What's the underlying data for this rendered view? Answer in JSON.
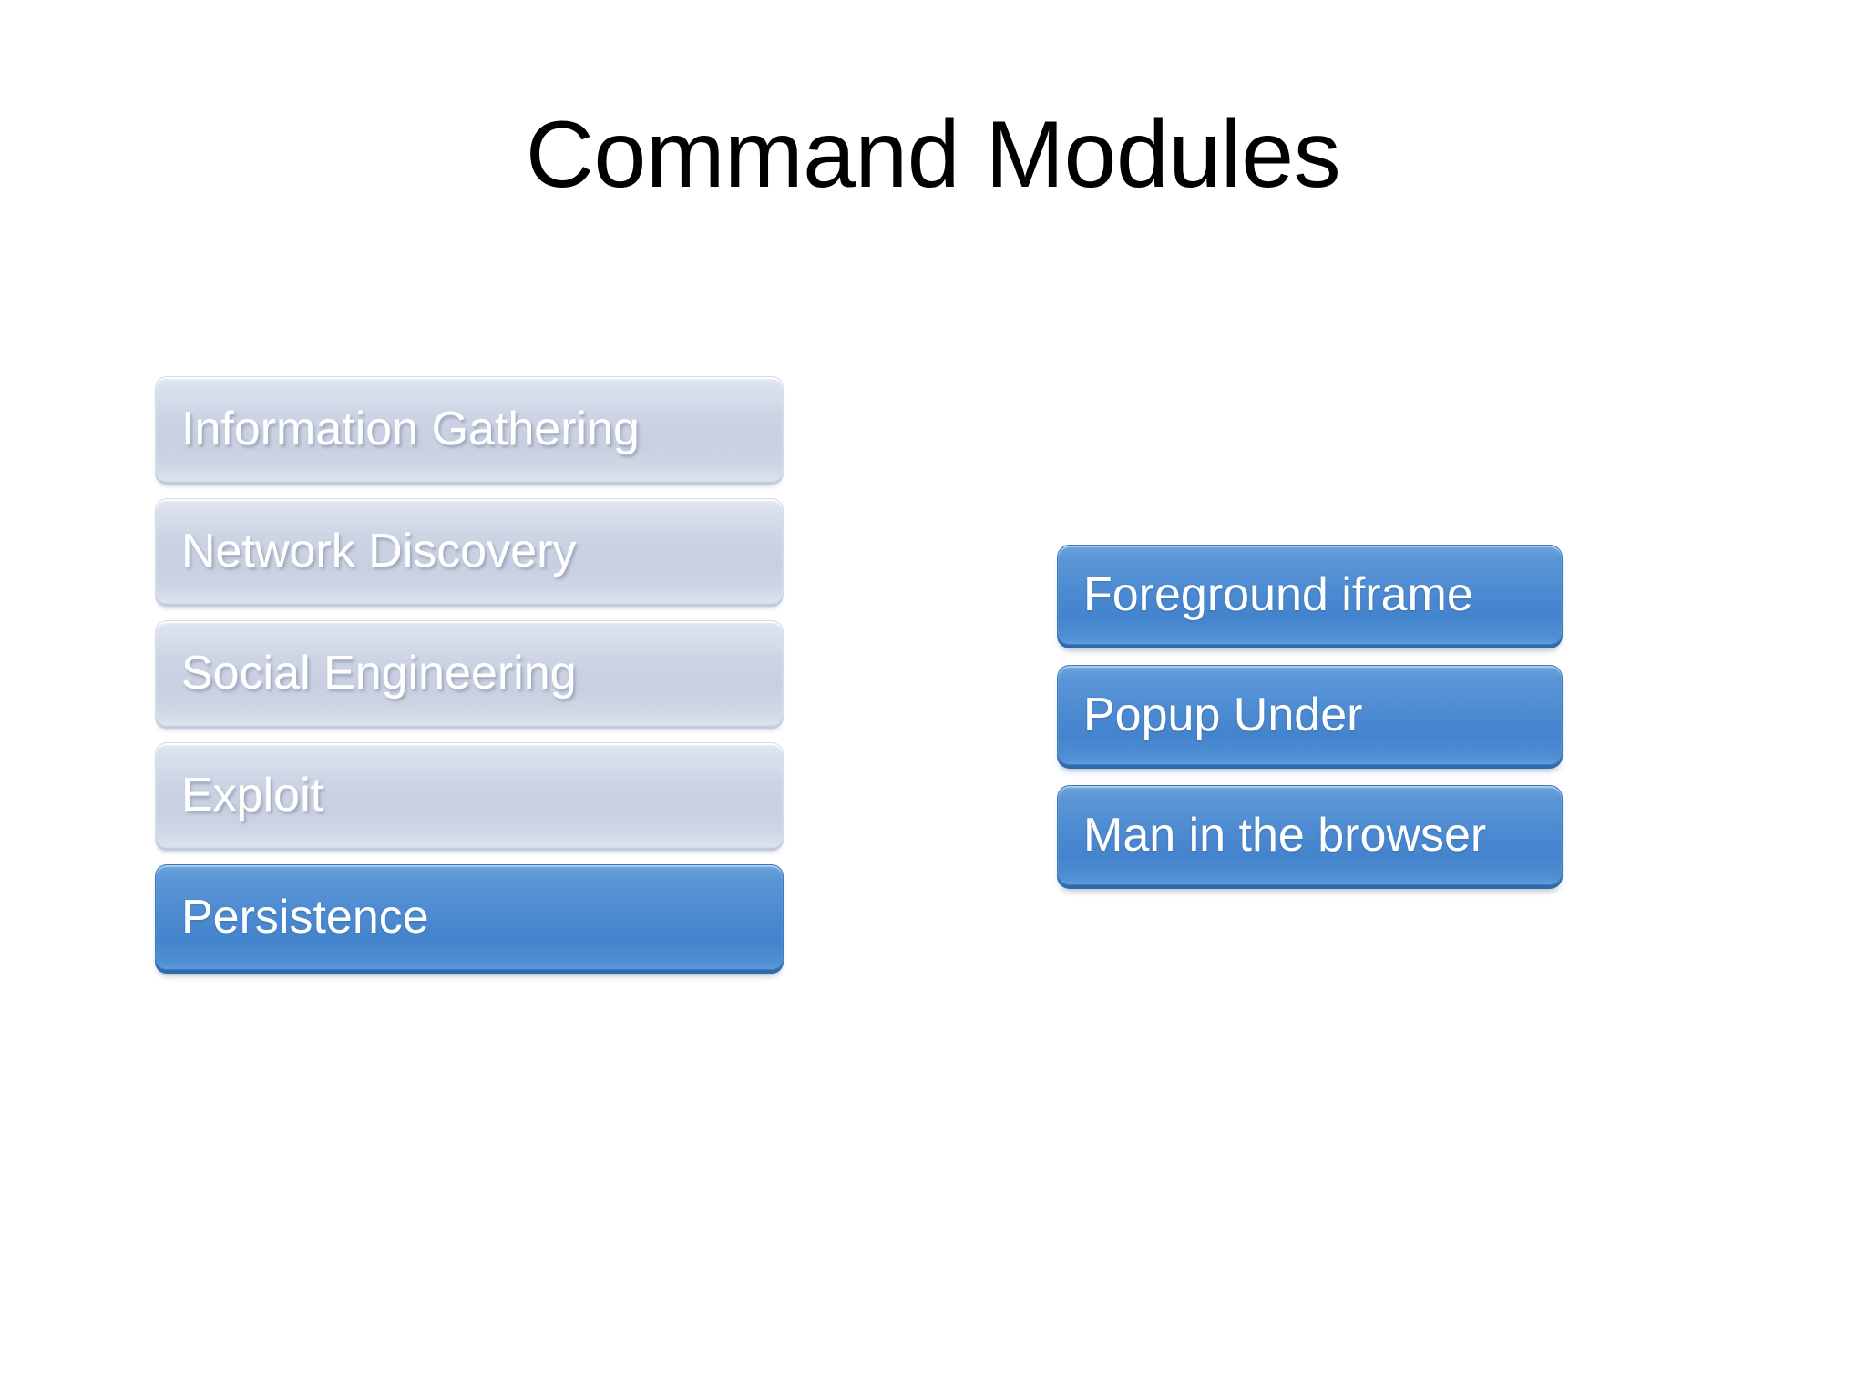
{
  "slide": {
    "title": "Command Modules",
    "background_color": "#ffffff",
    "title_color": "#000000"
  },
  "colors": {
    "accent_blue": "#4C8AD1",
    "accent_blue_dark": "#2F6AAD",
    "inactive_lavender": "#C7CFE1",
    "label_white": "#FFFFFF"
  },
  "left_column": {
    "name": "command-modules-list",
    "items": [
      {
        "label": "Information Gathering",
        "state": "inactive"
      },
      {
        "label": "Network Discovery",
        "state": "inactive"
      },
      {
        "label": "Social Engineering",
        "state": "inactive"
      },
      {
        "label": "Exploit",
        "state": "inactive"
      },
      {
        "label": "Persistence",
        "state": "selected"
      }
    ]
  },
  "right_column": {
    "name": "persistence-submodules-list",
    "items": [
      {
        "label": "Foreground iframe",
        "state": "selected"
      },
      {
        "label": "Popup Under",
        "state": "selected"
      },
      {
        "label": "Man in the browser",
        "state": "selected"
      }
    ]
  }
}
